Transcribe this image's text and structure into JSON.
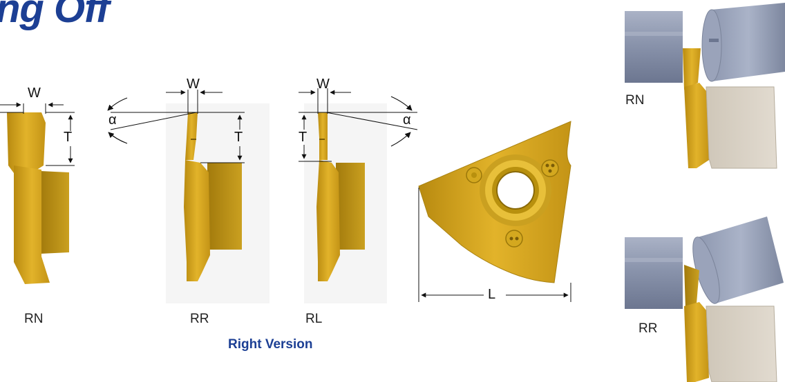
{
  "title": "ng Off",
  "version_label": "Right Version",
  "inserts": [
    {
      "label": "RN"
    },
    {
      "label": "RR"
    },
    {
      "label": "RL"
    }
  ],
  "dimensions": {
    "width": "W",
    "depth": "T",
    "angle": "α",
    "length": "L"
  },
  "side_views": [
    {
      "label": "RN"
    },
    {
      "label": "RR"
    }
  ],
  "colors": {
    "title": "#1c3f94",
    "insert_gold": "#d8a51c",
    "cylinder": "#8e98b0",
    "block": "#d9d2c6"
  }
}
